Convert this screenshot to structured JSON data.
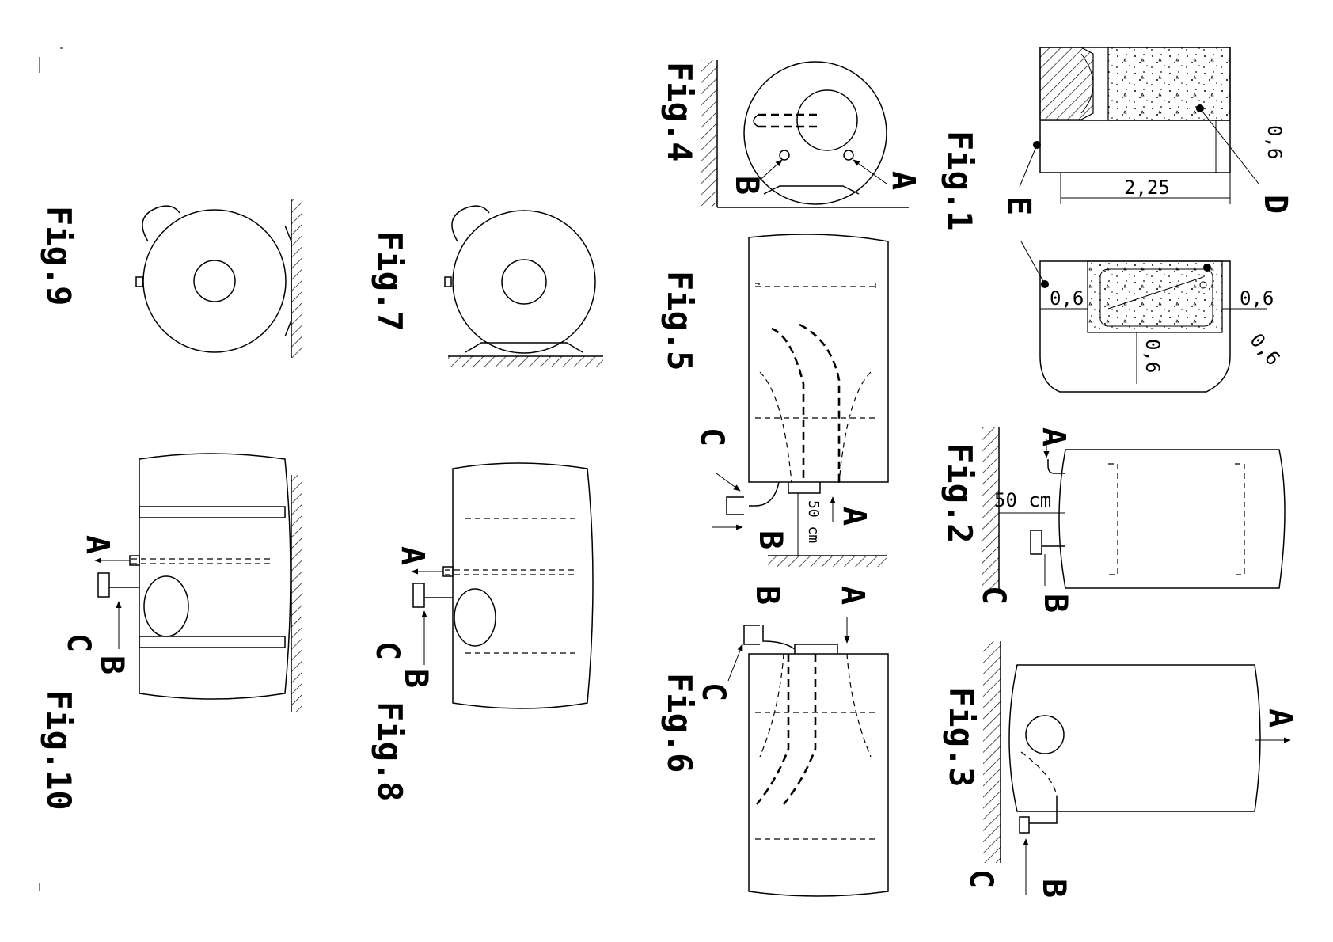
{
  "figures": {
    "fig1": {
      "label": "Fig.1",
      "dim_height": "0,6",
      "dim_length": "2,25",
      "dim_left": "0,6",
      "dim_right": "0,6",
      "dim_bottom": "0,6",
      "dim_diag": "0,6",
      "marker_d": "D",
      "marker_e": "E"
    },
    "fig2": {
      "label": "Fig.2",
      "dim": "50 cm",
      "a": "A",
      "b": "B",
      "c": "C"
    },
    "fig3": {
      "label": "Fig.3",
      "a": "A",
      "b": "B",
      "c": "C"
    },
    "fig4": {
      "label": "Fig.4",
      "a": "A",
      "b": "B"
    },
    "fig5": {
      "label": "Fig.5",
      "dim": "50 cm",
      "a": "A",
      "b": "B",
      "c": "C"
    },
    "fig6": {
      "label": "Fig.6",
      "a": "A",
      "b": "B",
      "c": "C"
    },
    "fig7": {
      "label": "Fig.7"
    },
    "fig8": {
      "label": "Fig.8",
      "a": "A",
      "b": "B",
      "c": "C"
    },
    "fig9": {
      "label": "Fig.9"
    },
    "fig10": {
      "label": "Fig.10",
      "a": "A",
      "b": "B",
      "c": "C"
    }
  }
}
